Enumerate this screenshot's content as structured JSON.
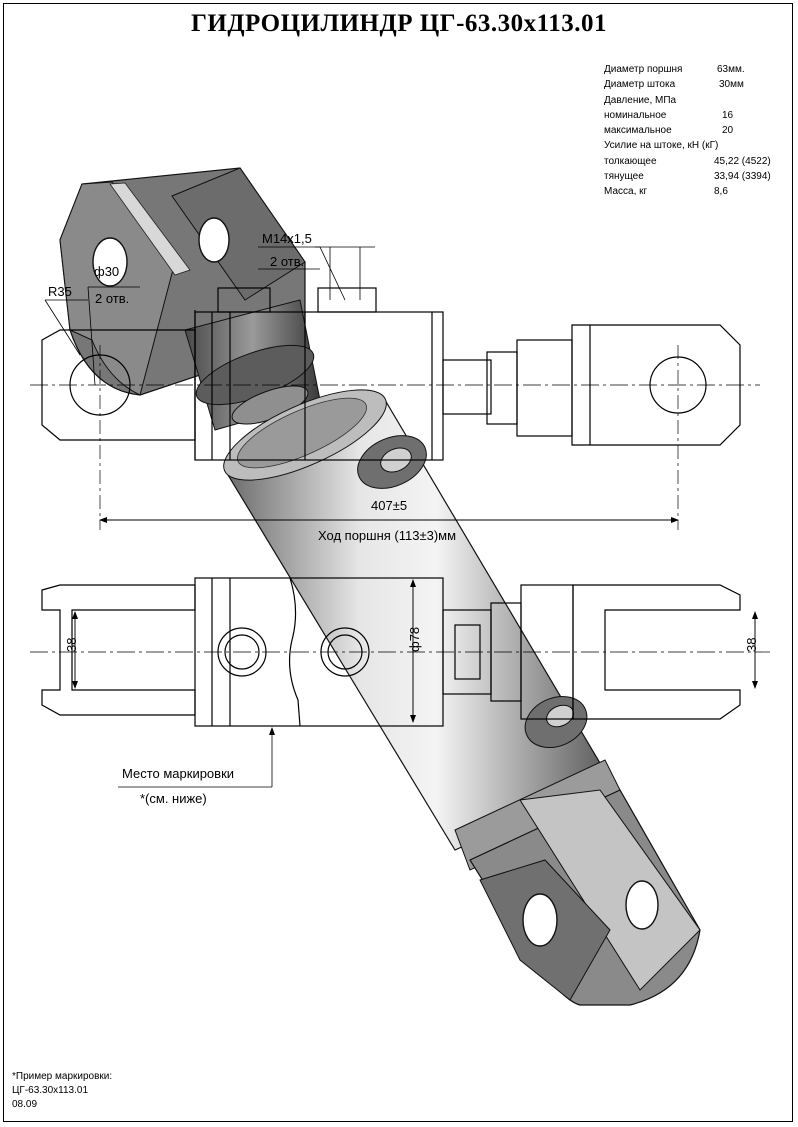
{
  "title": "ГИДРОЦИЛИНДР ЦГ-63.30х113.01",
  "specs": [
    {
      "label": "Диаметр поршня",
      "value": "63мм."
    },
    {
      "label": "Диаметр штока",
      "value": "30мм"
    },
    {
      "label": "Давление, МПа",
      "value": ""
    },
    {
      "label": "номинальное",
      "value": "16"
    },
    {
      "label": "максимальное",
      "value": "20"
    },
    {
      "label": "Усилие на штоке, кН (кГ)",
      "value": ""
    },
    {
      "label": "толкающее",
      "value": "45,22 (4522)"
    },
    {
      "label": "тянущее",
      "value": "33,94 (3394)"
    },
    {
      "label": "Масса, кг",
      "value": "8,6"
    }
  ],
  "dimensions": {
    "thread": "M14х1,5",
    "thread_qty": "2 отв.",
    "bore": "ф30",
    "radius": "R35",
    "radius_qty": "2 отв.",
    "length": "407±5",
    "stroke": "Ход поршня (113±3)мм",
    "width_left": "38",
    "width_right": "38",
    "diameter": "ф78"
  },
  "marking": {
    "label": "Место маркировки",
    "see_below": "*(см. ниже)"
  },
  "footer": {
    "example_label": "*Пример маркировки:",
    "example_code": "ЦГ-63.30х113.01",
    "date": "08.09"
  }
}
